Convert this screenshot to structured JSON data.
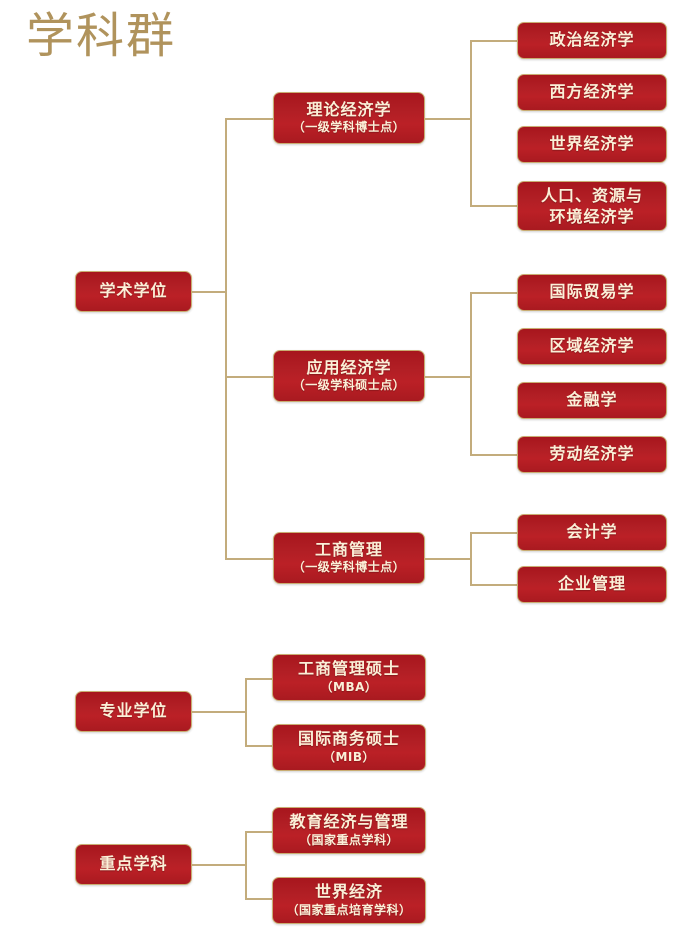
{
  "page": {
    "title": "学科群",
    "title_color": "#b0935c",
    "box_fill": "#b21f25",
    "box_border": "#c9ad72",
    "connector_color": "#c3ac7c",
    "text_color": "#fbf0d8",
    "background": "#ffffff"
  },
  "groups": [
    {
      "name": "academic-degree",
      "root": {
        "label": "学术学位",
        "sub": ""
      },
      "children": [
        {
          "label": "理论经济学",
          "sub": "（一级学科博士点）",
          "leaves": [
            {
              "label": "政治经济学"
            },
            {
              "label": "西方经济学"
            },
            {
              "label": "世界经济学"
            },
            {
              "label": "人口、资源与\n环境经济学"
            }
          ]
        },
        {
          "label": "应用经济学",
          "sub": "（一级学科硕士点）",
          "leaves": [
            {
              "label": "国际贸易学"
            },
            {
              "label": "区域经济学"
            },
            {
              "label": "金融学"
            },
            {
              "label": "劳动经济学"
            }
          ]
        },
        {
          "label": "工商管理",
          "sub": "（一级学科博士点）",
          "leaves": [
            {
              "label": "会计学"
            },
            {
              "label": "企业管理"
            }
          ]
        }
      ]
    },
    {
      "name": "professional-degree",
      "root": {
        "label": "专业学位",
        "sub": ""
      },
      "children": [
        {
          "label": "工商管理硕士",
          "sub": "（MBA）",
          "leaves": []
        },
        {
          "label": "国际商务硕士",
          "sub": "（MIB）",
          "leaves": []
        }
      ]
    },
    {
      "name": "key-discipline",
      "root": {
        "label": "重点学科",
        "sub": ""
      },
      "children": [
        {
          "label": "教育经济与管理",
          "sub": "（国家重点学科）",
          "leaves": []
        },
        {
          "label": "世界经济",
          "sub": "（国家重点培育学科）",
          "leaves": []
        }
      ]
    }
  ]
}
